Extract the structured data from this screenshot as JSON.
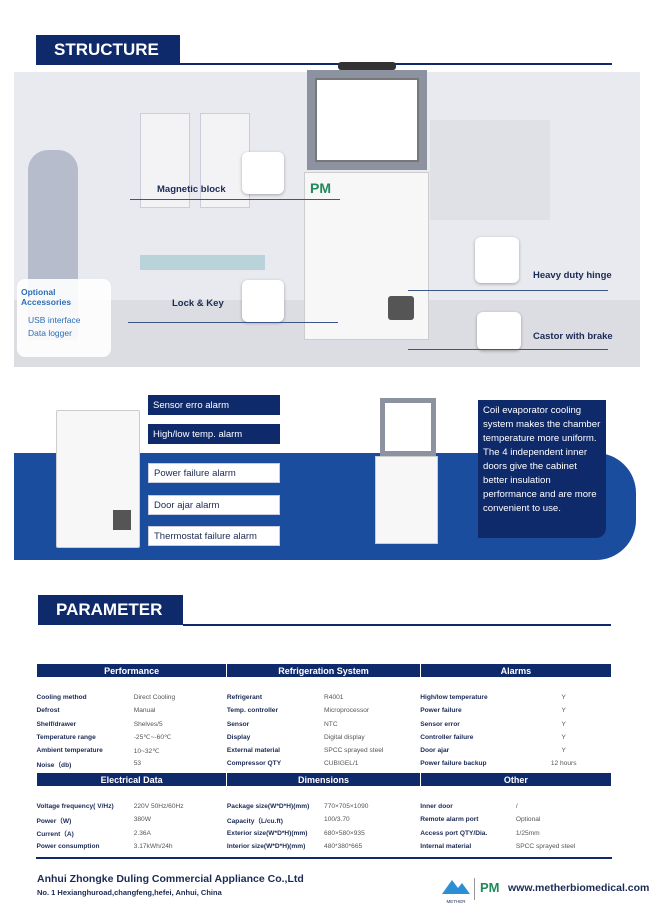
{
  "structure": {
    "title": "STRUCTURE",
    "labels": {
      "magnetic_block": "Magnetic block",
      "lock_key": "Lock & Key",
      "hinge": "Heavy duty hinge",
      "castor": "Castor with brake"
    },
    "accessories": {
      "title": "Optional Accessories",
      "items": [
        "USB interface",
        "Data logger"
      ]
    }
  },
  "features": {
    "alarms": [
      "Sensor erro alarm",
      "High/low temp. alarm",
      "Power failure alarm",
      "Door ajar alarm",
      "Thermostat failure alarm"
    ],
    "description": "Coil evaporator cooling system makes the chamber temperature more uniform.\nThe 4 independent inner doors give the cabinet better insulation performance and are more convenient to use."
  },
  "parameter": {
    "title": "PARAMETER",
    "table1": {
      "headers": [
        "Performance",
        "Refrigeration System",
        "Alarms"
      ],
      "rows": [
        [
          "Cooling method",
          "Direct Cooling",
          "Refrigerant",
          "R4001",
          "High/low temperature",
          "Y"
        ],
        [
          "Defrost",
          "Manual",
          "Temp. controller",
          "Microprocessor",
          "Power failure",
          "Y"
        ],
        [
          "Shelf/drawer",
          "Shelves/5",
          "Sensor",
          "NTC",
          "Sensor error",
          "Y"
        ],
        [
          "Temperature range",
          "-25℃~-60℃",
          "Display",
          "Digital display",
          "Controller  failure",
          "Y"
        ],
        [
          "Ambient temperature",
          "10~32℃",
          "External material",
          "SPCC sprayed steel",
          "Door ajar",
          "Y"
        ],
        [
          "Noise（db)",
          "53",
          "Compressor QTY",
          "CUBIGEL/1",
          "Power failure backup",
          "12 hours"
        ]
      ]
    },
    "table2": {
      "headers": [
        "Electrical Data",
        "Dimensions",
        "Other"
      ],
      "rows": [
        [
          "Voltage frequency( V/Hz)",
          "220V 50Hz/60Hz",
          "Package size(W*D*H)(mm)",
          "770×705×1090",
          "Inner door",
          "/"
        ],
        [
          "Power（W)",
          "380W",
          "Capacity（L/cu.ft)",
          "100/3.70",
          "Remote alarm port",
          "Optional"
        ],
        [
          "Current（A)",
          "2.36A",
          "Exterior size(W*D*H)(mm)",
          "680×580×935",
          "Access port QTY/Dia.",
          "1/25mm"
        ],
        [
          "Power consumption",
          "3.17kWh/24h",
          "Interior size(W*D*H)(mm)",
          "480*380*665",
          "Internal material",
          "SPCC sprayed steel"
        ]
      ]
    }
  },
  "footer": {
    "company": "Anhui Zhongke Duling Commercial Appliance Co.,Ltd",
    "address": "No. 1 Hexianghuroad,changfeng,hefei, Anhui, China",
    "website": "www.metherbiomedical.com",
    "logo_text": "METHER",
    "brand_mark": "PM"
  },
  "colors": {
    "navy": "#0f2a6b",
    "band": "#1a4d9e",
    "accent_green": "#1f8a5a"
  }
}
